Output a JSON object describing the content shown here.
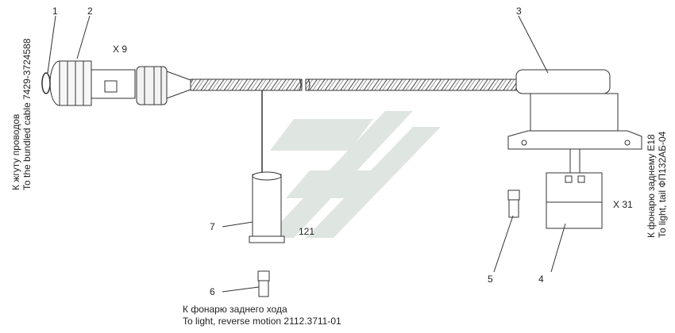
{
  "callouts": {
    "c1": "1",
    "c2": "2",
    "c3": "3",
    "c4": "4",
    "c5": "5",
    "c6": "6",
    "c7": "7"
  },
  "connectors": {
    "x9": "X 9",
    "x31": "X 31",
    "part_121": "121"
  },
  "left_caption": {
    "ru": "К жгуту проводов",
    "en": "To the bundled cable 7429-3724588"
  },
  "right_caption": {
    "ru": "К фонарю заднему E18",
    "en": "To light, tail ФП132АБ-04"
  },
  "bottom_caption": {
    "ru": "К фонарю заднего хода",
    "en": "To light, reverse motion 2112.3711-01"
  }
}
